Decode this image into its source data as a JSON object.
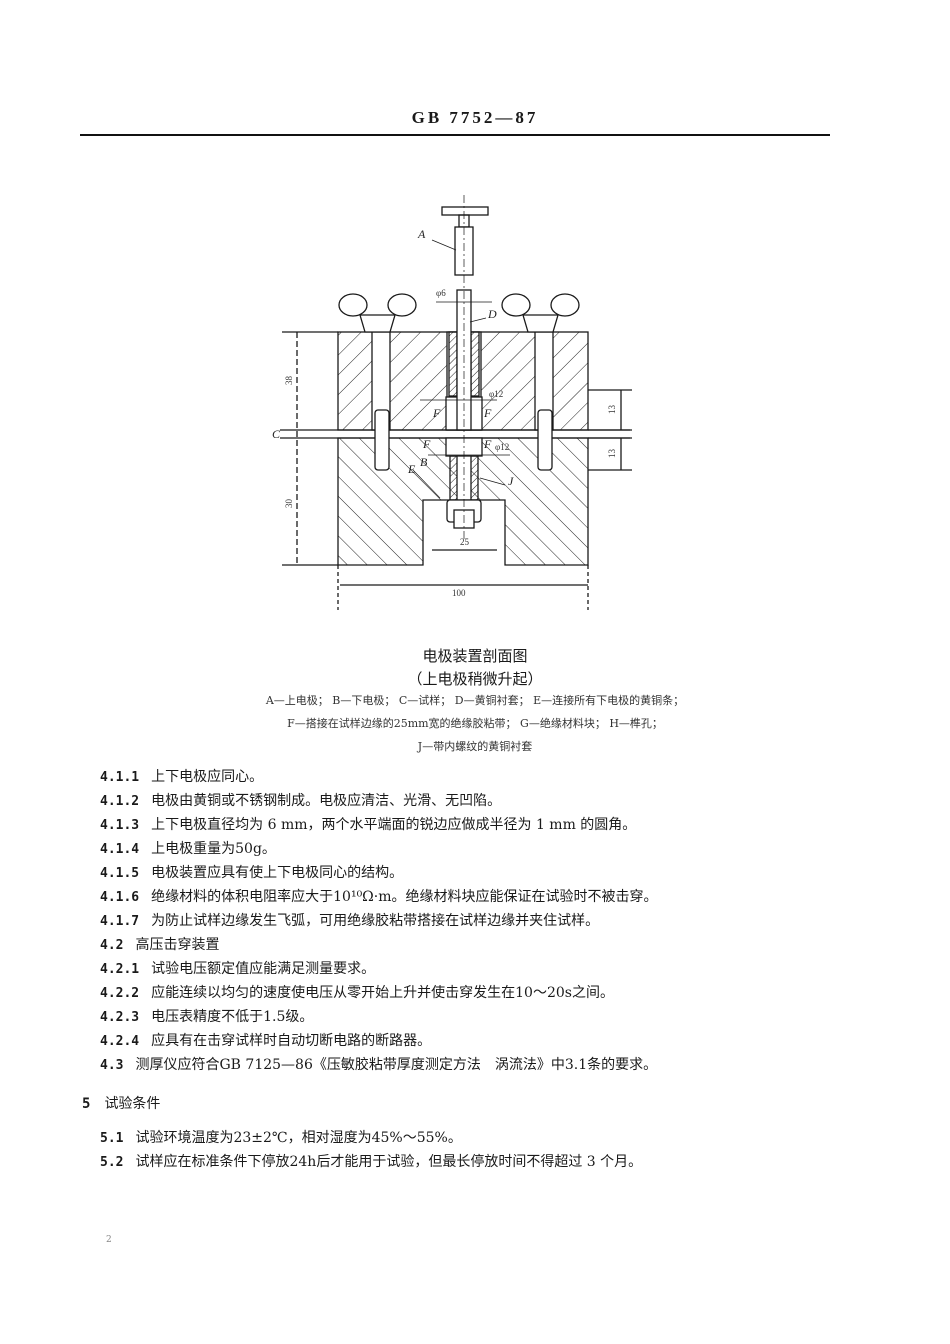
{
  "header": {
    "title": "GB 7752—87"
  },
  "figure": {
    "labels": {
      "A": "A",
      "B": "B",
      "C": "C",
      "D": "D",
      "E": "E",
      "F": "F",
      "J": "J",
      "phi6": "φ6",
      "phi12_upper": "φ12",
      "phi12_lower": "φ12",
      "dim_38": "38",
      "dim_30": "30",
      "dim_13_upper": "13",
      "dim_13_lower": "13",
      "dim_25": "25",
      "dim_100": "100"
    },
    "title": "电极装置剖面图",
    "subtitle": "（上电极稍微升起）",
    "legend": [
      "A—上电极； B—下电极； C—试样； D—黄铜衬套； E—连接所有下电极的黄铜条；",
      "F—搭接在试样边缘的25mm宽的绝缘胶粘带； G—绝缘材料块； H—榫孔；",
      "J—带内螺纹的黄铜衬套"
    ]
  },
  "clauses": [
    {
      "num": "4.1.1",
      "text": "上下电极应同心。"
    },
    {
      "num": "4.1.2",
      "text": "电极由黄铜或不锈钢制成。电极应清洁、光滑、无凹陷。"
    },
    {
      "num": "4.1.3",
      "text": "上下电极直径均为 6 mm，两个水平端面的锐边应做成半径为 1 mm 的圆角。"
    },
    {
      "num": "4.1.4",
      "text": "上电极重量为50g。"
    },
    {
      "num": "4.1.5",
      "text": "电极装置应具有使上下电极同心的结构。"
    },
    {
      "num": "4.1.6",
      "text": "绝缘材料的体积电阻率应大于10¹⁰Ω·m。绝缘材料块应能保证在试验时不被击穿。"
    },
    {
      "num": "4.1.7",
      "text": "为防止试样边缘发生飞弧，可用绝缘胶粘带搭接在试样边缘并夹住试样。"
    },
    {
      "num": "4.2",
      "text": "高压击穿装置"
    },
    {
      "num": "4.2.1",
      "text": "试验电压额定值应能满足测量要求。"
    },
    {
      "num": "4.2.2",
      "text": "应能连续以均匀的速度使电压从零开始上升并使击穿发生在10～20s之间。"
    },
    {
      "num": "4.2.3",
      "text": "电压表精度不低于1.5级。"
    },
    {
      "num": "4.2.4",
      "text": "应具有在击穿试样时自动切断电路的断路器。"
    },
    {
      "num": "4.3",
      "text": "测厚仪应符合GB 7125—86《压敏胶粘带厚度测定方法　涡流法》中3.1条的要求。"
    }
  ],
  "section5": {
    "num": "5",
    "title": "试验条件",
    "clauses": [
      {
        "num": "5.1",
        "text": "试验环境温度为23±2℃，相对湿度为45%～55%。"
      },
      {
        "num": "5.2",
        "text": "试样应在标准条件下停放24h后才能用于试验，但最长停放时间不得超过 3 个月。"
      }
    ]
  },
  "page_number": "2"
}
